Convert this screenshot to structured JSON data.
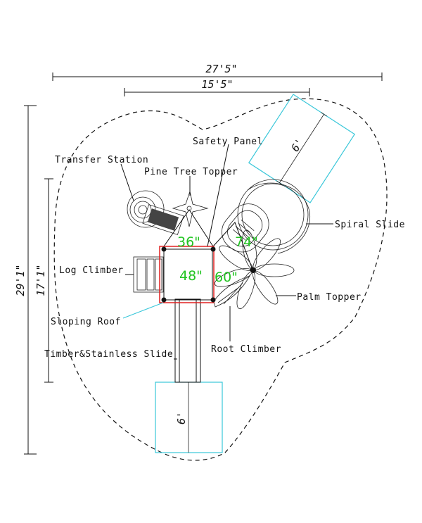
{
  "dimensions": {
    "overall_width": "27'5\"",
    "inner_width": "15'5\"",
    "overall_height": "29'1\"",
    "inner_height": "17'1\""
  },
  "zones": {
    "top_right": "6'",
    "bottom": "6'"
  },
  "angles": {
    "a1": "36\"",
    "a2": "74\"",
    "a3": "48\"",
    "a4": "60\""
  },
  "labels": {
    "safety_panel": "Safety Panel",
    "transfer_station": "Transfer Station",
    "pine_tree_topper": "Pine Tree Topper",
    "spiral_slide": "Spiral Slide",
    "log_climber": "Log Climber",
    "palm_topper": "Palm Topper",
    "sloping_roof": "Sloping Roof",
    "root_climber": "Root Climber",
    "timber_slide": "Timber&Stainless Slide"
  },
  "colors": {
    "platform_outline": "#e02020",
    "angle_text": "#21c421",
    "use_zone_line": "#39c7d9"
  }
}
